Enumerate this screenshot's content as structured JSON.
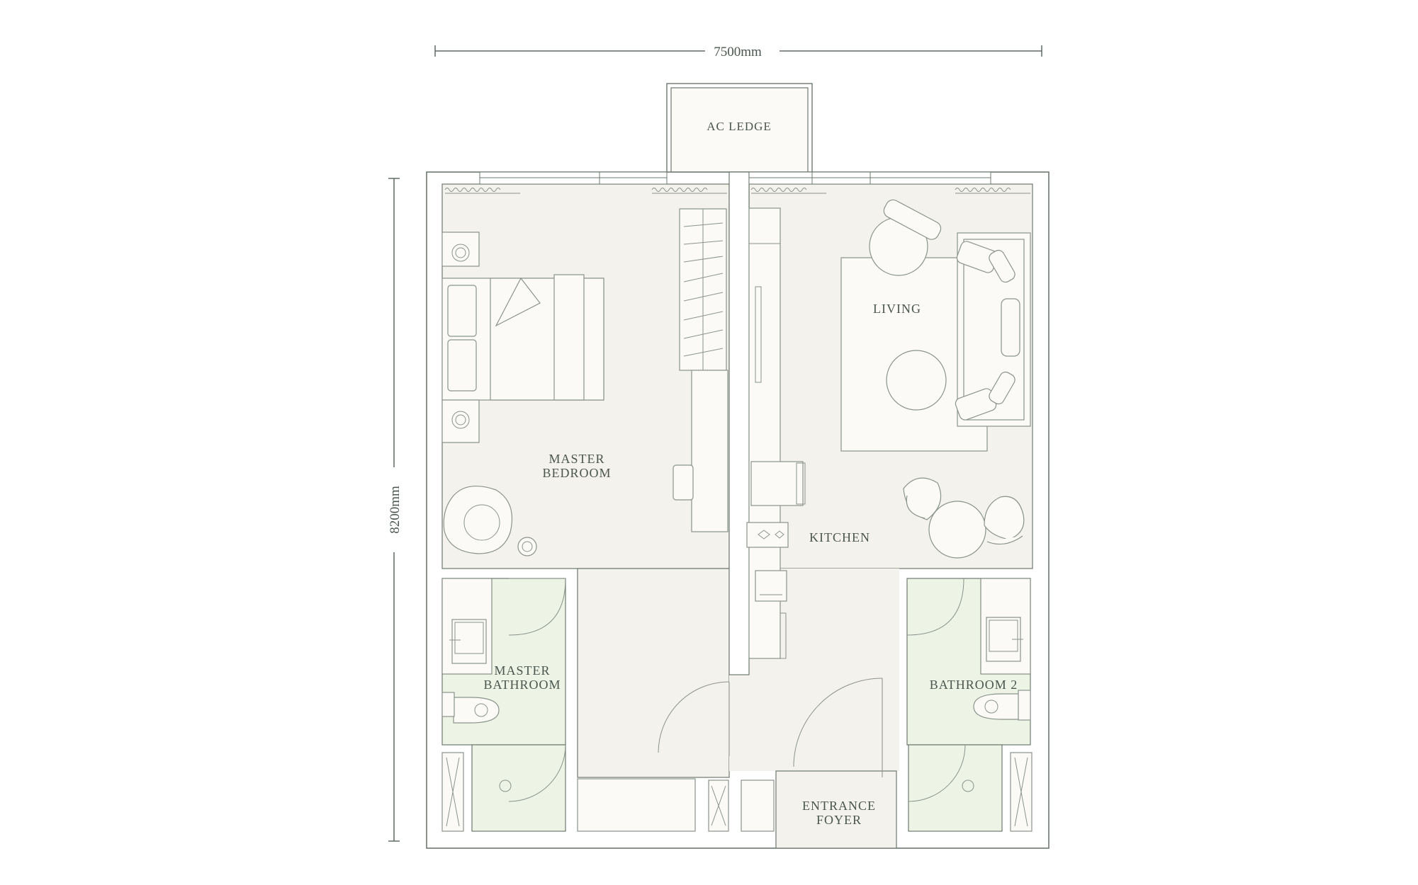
{
  "dimensions": {
    "width_label": "7500mm",
    "height_label": "8200mm"
  },
  "rooms": {
    "ac_ledge": "AC LEDGE",
    "living": "LIVING",
    "master_bedroom_1": "MASTER",
    "master_bedroom_2": "BEDROOM",
    "kitchen": "KITCHEN",
    "master_bathroom_1": "MASTER",
    "master_bathroom_2": "BATHROOM",
    "bathroom_2": "BATHROOM 2",
    "entrance_foyer_1": "ENTRANCE",
    "entrance_foyer_2": "FOYER"
  },
  "colors": {
    "floor": "#f4f2ec",
    "wet_area": "#edf4e6",
    "line": "#5f6b62",
    "furniture": "#fbfaf7",
    "label": "#4a564d"
  }
}
